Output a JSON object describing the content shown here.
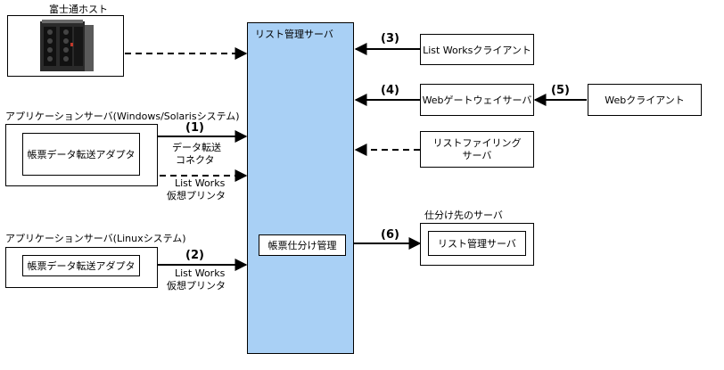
{
  "host": {
    "label": "富士通ホスト"
  },
  "main_server": {
    "label": "リスト管理サーバ",
    "sorting": "帳票仕分け管理"
  },
  "app_server_ws": {
    "label": "アプリケーションサーバ(Windows/Solarisシステム)",
    "adapter": "帳票データ転送アダプタ"
  },
  "app_server_linux": {
    "label": "アプリケーションサーバ(Linuxシステム)",
    "adapter": "帳票データ転送アダプタ"
  },
  "clients": {
    "list_works": "List Worksクライアント",
    "web_gateway": "Webゲートウェイサーバ",
    "web_client": "Webクライアント",
    "filing_line1": "リストファイリング",
    "filing_line2": "サーバ"
  },
  "dest": {
    "label": "仕分け先のサーバ",
    "server": "リスト管理サーバ"
  },
  "connectors": {
    "n1": "(1)",
    "n2": "(2)",
    "n3": "(3)",
    "n4": "(4)",
    "n5": "(5)",
    "n6": "(6)",
    "data_transfer_1": "データ転送",
    "data_transfer_2": "コネクタ",
    "virtual_printer_a_1": "List Works",
    "virtual_printer_a_2": "仮想プリンタ",
    "virtual_printer_b_1": "List Works",
    "virtual_printer_b_2": "仮想プリンタ"
  }
}
